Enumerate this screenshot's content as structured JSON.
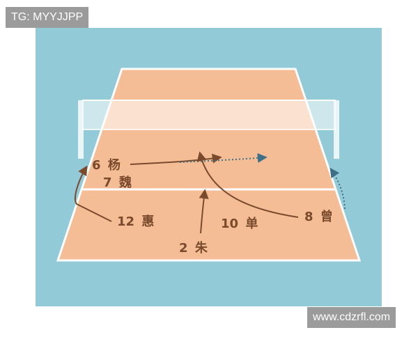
{
  "watermarks": {
    "top_left": "TG: MYYJJPP",
    "bottom_right": "www.cdzrfl.com"
  },
  "colors": {
    "background": "#93cad8",
    "court": "#f5bd96",
    "court_line": "#ffffff",
    "net": "#ffffff",
    "text": "#7a4a2c",
    "arrow_solid": "#7a4a2c",
    "arrow_dotted": "#3f6f86"
  },
  "players": [
    {
      "id": "p6",
      "number": "6",
      "name": "杨"
    },
    {
      "id": "p7",
      "number": "7",
      "name": "魏"
    },
    {
      "id": "p12",
      "number": "12",
      "name": "惠"
    },
    {
      "id": "p10",
      "number": "10",
      "name": "单"
    },
    {
      "id": "p8",
      "number": "8",
      "name": "曾"
    },
    {
      "id": "p2",
      "number": "2",
      "name": "朱"
    }
  ]
}
